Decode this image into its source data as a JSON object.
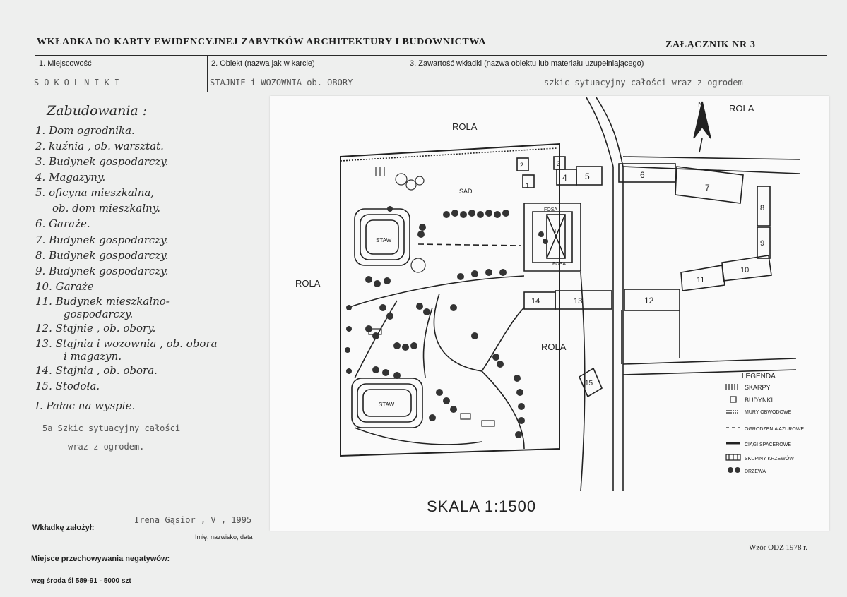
{
  "header": {
    "title": "WKŁADKA DO KARTY EWIDENCYJNEJ ZABYTKÓW ARCHITEKTURY I BUDOWNICTWA",
    "attachment": "ZAŁĄCZNIK NR 3"
  },
  "fields": {
    "f1_label": "1. Miejscowość",
    "f1_value": "SOKOLNIKI",
    "f2_label": "2. Obiekt (nazwa jak w karcie)",
    "f2_value": "STAJNIE i WOZOWNIA ob. OBORY",
    "f3_label": "3. Zawartość wkładki (nazwa obiektu lub materiału uzupełniającego)",
    "f3_value": "szkic sytuacyjny całości wraz z ogrodem"
  },
  "notes": {
    "heading": "Zabudowania :",
    "items": [
      "1. Dom ogrodnika.",
      "2. kuźnia , ob. warsztat.",
      "3. Budynek gospodarczy.",
      "4. Magazyny.",
      "5. oficyna mieszkalna,",
      "ob. dom mieszkalny.",
      "6. Garaże.",
      "7. Budynek gospodarczy.",
      "8. Budynek gospodarczy.",
      "9. Budynek gospodarczy.",
      "10. Garaże",
      "11. Budynek mieszkalno-",
      "gospodarczy.",
      "12. Stajnie , ob. obory.",
      "13. Stajnia i wozownia , ob. obora",
      "i magazyn.",
      "14. Stajnia , ob. obora.",
      "15. Stodoła.",
      "I. Pałac na wyspie."
    ],
    "typed_line1": "5a Szkic sytuacyjny całości",
    "typed_line2": "wraz z ogrodem."
  },
  "map": {
    "rola_top": "ROLA",
    "rola_top_right": "ROLA",
    "rola_left": "ROLA",
    "rola_bottom": "ROLA",
    "north": "N",
    "sad": "SAD",
    "fosa_top": "FOSA",
    "fosa_bottom": "FOSA",
    "staw_top": "STAW",
    "staw_bottom": "STAW",
    "palace": "I",
    "buildings": [
      "1",
      "2",
      "3",
      "4",
      "5",
      "6",
      "7",
      "8",
      "9",
      "10",
      "11",
      "12",
      "13",
      "14",
      "15"
    ],
    "scale": "SKALA 1:1500",
    "legend": {
      "title": "LEGENDA",
      "items": [
        {
          "label": "SKARPY",
          "icon": "scarp-icon"
        },
        {
          "label": "BUDYNKI",
          "icon": "building-icon"
        },
        {
          "label": "MURY OBWODOWE",
          "icon": "wall-icon"
        },
        {
          "label": "OGRODZENIA AŻUROWE",
          "icon": "fence-icon"
        },
        {
          "label": "CIĄGI SPACEROWE",
          "icon": "path-icon"
        },
        {
          "label": "SKUPINY KRZEWÓW",
          "icon": "shrub-icon"
        },
        {
          "label": "DRZEWA",
          "icon": "tree-icon"
        }
      ]
    }
  },
  "footer": {
    "founded_label": "Wkładkę założył:",
    "founded_value": "Irena Gąsior , V , 1995",
    "founded_caption": "Imię, nazwisko, data",
    "negatives_label": "Miejsce przechowywania negatywów:",
    "form_code": "Wzór ODZ 1978 r.",
    "print_code": "wzg środa śl 589-91 - 5000 szt"
  }
}
